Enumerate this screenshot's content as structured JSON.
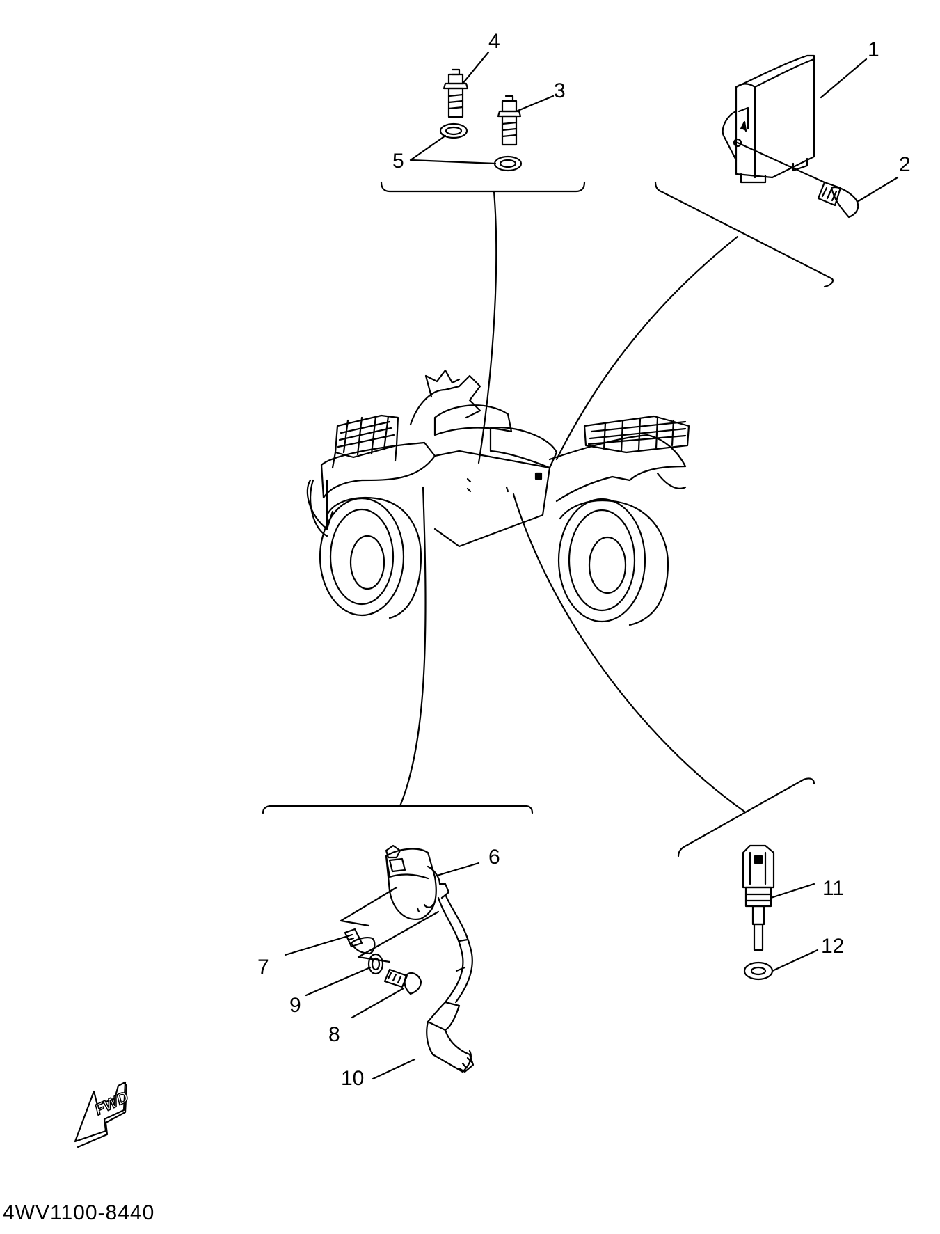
{
  "callouts": {
    "c1": "1",
    "c2": "2",
    "c3": "3",
    "c4": "4",
    "c5": "5",
    "c6": "6",
    "c7": "7",
    "c8": "8",
    "c9": "9",
    "c10": "10",
    "c11": "11",
    "c12": "12"
  },
  "fwd_label": "FWD",
  "diagram_code": "4WV1100-8440",
  "colors": {
    "ink": "#000000",
    "paper": "#ffffff"
  }
}
